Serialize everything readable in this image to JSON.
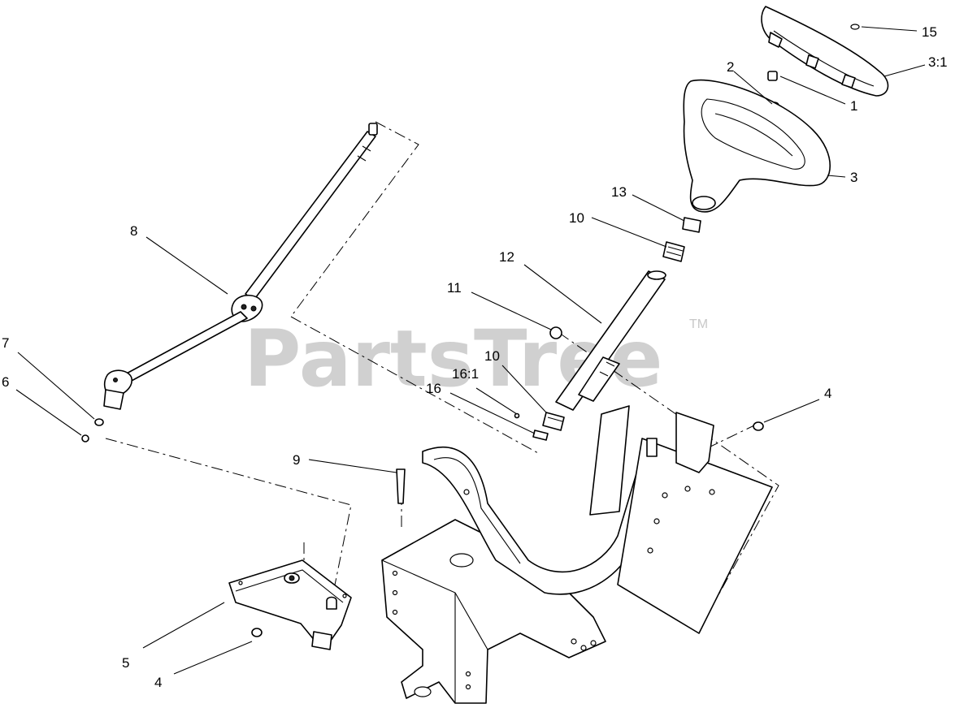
{
  "watermark": {
    "text": "PartsTree",
    "trademark": "TM"
  },
  "callouts": [
    {
      "id": "c15",
      "text": "15"
    },
    {
      "id": "c2",
      "text": "2"
    },
    {
      "id": "c3_1",
      "text": "3:1"
    },
    {
      "id": "c1",
      "text": "1"
    },
    {
      "id": "c3",
      "text": "3"
    },
    {
      "id": "c13",
      "text": "13"
    },
    {
      "id": "c10a",
      "text": "10"
    },
    {
      "id": "c12",
      "text": "12"
    },
    {
      "id": "c11",
      "text": "11"
    },
    {
      "id": "c10b",
      "text": "10"
    },
    {
      "id": "c16_1",
      "text": "16:1"
    },
    {
      "id": "c16",
      "text": "16"
    },
    {
      "id": "c8",
      "text": "8"
    },
    {
      "id": "c7",
      "text": "7"
    },
    {
      "id": "c6",
      "text": "6"
    },
    {
      "id": "c4a",
      "text": "4"
    },
    {
      "id": "c9",
      "text": "9"
    },
    {
      "id": "c5",
      "text": "5"
    },
    {
      "id": "c4b",
      "text": "4"
    }
  ]
}
